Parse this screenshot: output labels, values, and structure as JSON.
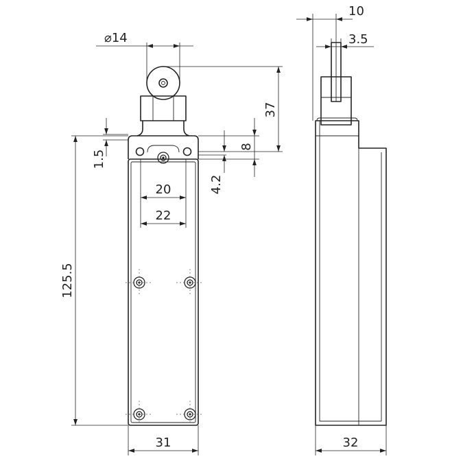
{
  "dimensions": {
    "roller_diameter": "⌀14",
    "width_10": "10",
    "width_3_5": "3.5",
    "height_37": "37",
    "height_8": "8",
    "offset_1_5": "1.5",
    "offset_4_2": "4.2",
    "spacing_20": "20",
    "spacing_22": "22",
    "body_height": "125.5",
    "body_width_front": "31",
    "body_width_side": "32"
  }
}
